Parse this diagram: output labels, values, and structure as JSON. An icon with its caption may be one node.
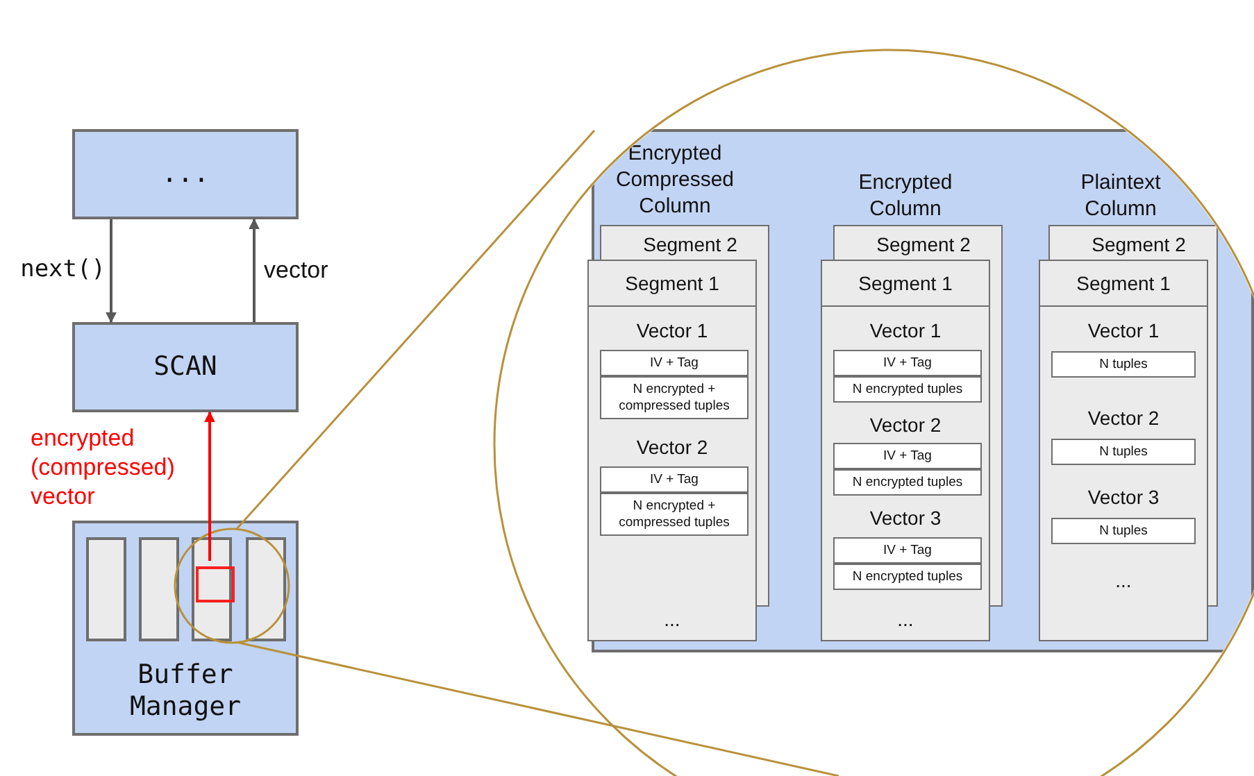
{
  "diagram": {
    "nodes": [
      {
        "text": [
          "..."
        ]
      },
      {
        "text": [
          "SCAN"
        ]
      },
      {
        "text": [
          "Buffer Manager"
        ]
      },
      {
        "text": [],
        "shape": "bar",
        "in": 2
      },
      {
        "text": [],
        "shape": "bar",
        "in": 2
      },
      {
        "text": [],
        "shape": "bar",
        "in": 2
      },
      {
        "text": [],
        "shape": "bar",
        "in": 2
      },
      {
        "text": [],
        "shape": "box",
        "in": 5
      },
      {
        "text": [],
        "shape": "box"
      },
      {
        "text": [
          "Segment 2"
        ],
        "in": 8,
        "beside": [
          "Encrypted Compressed Column"
        ]
      },
      {
        "text": [
          "Segment 1",
          "Vector 1",
          "Vector 2",
          "..."
        ],
        "in": 8
      },
      {
        "text": [
          "IV + Tag"
        ],
        "in": 10
      },
      {
        "text": [
          "N encrypted + compressed tuples"
        ],
        "in": 10
      },
      {
        "text": [
          "IV + Tag"
        ],
        "in": 10
      },
      {
        "text": [
          "N encrypted + compressed tuples"
        ],
        "in": 10
      },
      {
        "text": [
          "Segment 2"
        ],
        "in": 8,
        "beside": [
          "Encrypted Column"
        ]
      },
      {
        "text": [
          "Segment 1",
          "Vector 1",
          "Vector 2",
          "Vector 3",
          "..."
        ],
        "in": 8
      },
      {
        "text": [
          "IV + Tag"
        ],
        "in": 16
      },
      {
        "text": [
          "N encrypted tuples"
        ],
        "in": 16
      },
      {
        "text": [
          "IV + Tag"
        ],
        "in": 16
      },
      {
        "text": [
          "N encrypted tuples"
        ],
        "in": 16
      },
      {
        "text": [
          "IV + Tag"
        ],
        "in": 16
      },
      {
        "text": [
          "N encrypted tuples"
        ],
        "in": 16
      },
      {
        "text": [
          "Segment 2"
        ],
        "in": 8,
        "beside": [
          "Plaintext Column"
        ]
      },
      {
        "text": [
          "Segment 1",
          "Vector 1",
          "Vector 2",
          "Vector 3",
          "..."
        ],
        "in": 8
      },
      {
        "text": [
          "N tuples"
        ],
        "in": 24
      },
      {
        "text": [
          "N tuples"
        ],
        "in": 24
      },
      {
        "text": [
          "N tuples"
        ],
        "in": 24
      }
    ],
    "edges": [
      {
        "from": 0,
        "to": 1,
        "arrow": "to",
        "label": "next()"
      },
      {
        "from": 1,
        "to": 0,
        "arrow": "to",
        "label": "vector"
      },
      {
        "from": 7,
        "to": 1,
        "arrow": "to",
        "label": "encrypted (compressed) vector",
        "color": "#ff0000"
      },
      {
        "from": 5,
        "to": 8,
        "arrow": "none",
        "color": "#b8913a"
      }
    ]
  }
}
